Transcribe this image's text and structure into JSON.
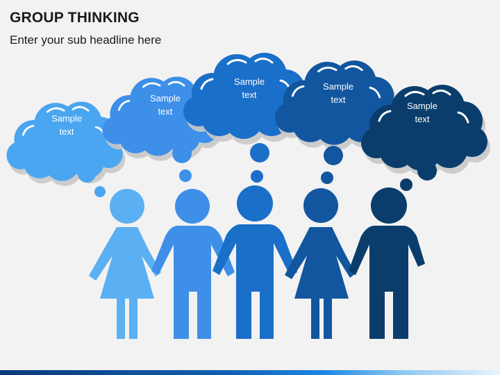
{
  "header": {
    "title": "GROUP THINKING",
    "subtitle": "Enter your sub headline here"
  },
  "clouds": [
    {
      "label_line1": "Sample",
      "label_line2": "text",
      "color": "#4aa6f0"
    },
    {
      "label_line1": "Sample",
      "label_line2": "text",
      "color": "#3d8fe8"
    },
    {
      "label_line1": "Sample",
      "label_line2": "text",
      "color": "#1a6fc9"
    },
    {
      "label_line1": "Sample",
      "label_line2": "text",
      "color": "#11569f"
    },
    {
      "label_line1": "Sample",
      "label_line2": "text",
      "color": "#0a3d6b"
    }
  ],
  "people": [
    {
      "figure": "female",
      "color": "#5ab0f2"
    },
    {
      "figure": "male",
      "color": "#3d8fe8"
    },
    {
      "figure": "male",
      "color": "#1a6fc9"
    },
    {
      "figure": "female",
      "color": "#11569f"
    },
    {
      "figure": "male",
      "color": "#0a3d6b"
    }
  ]
}
